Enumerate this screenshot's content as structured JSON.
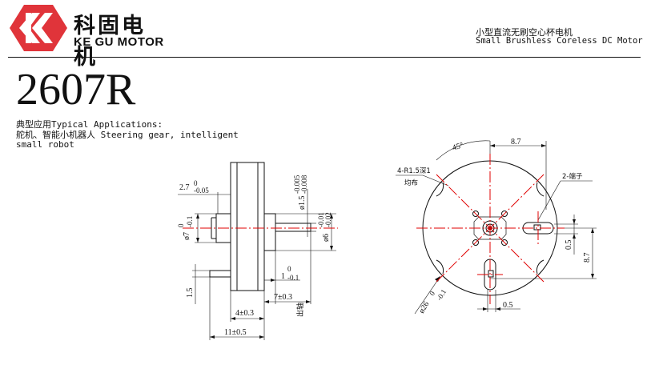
{
  "header": {
    "logo_cn": "科固电机",
    "logo_en": "KE GU MOTOR",
    "product_type_cn": "小型直流无刷空心杯电机",
    "product_type_en": "Small Brushless Coreless DC Motor"
  },
  "model": "2607R",
  "applications": {
    "heading": "典型应用Typical Applications:",
    "line1": "舵机、智能小机器人 Steering gear, intelligent",
    "line2": "small robot"
  },
  "side_view": {
    "dim_flange": "2.7",
    "dim_flange_tol_top": "0",
    "dim_flange_tol_bot": "-0.05",
    "dim_hub_dia": "ø7",
    "dim_hub_tol_top": "0",
    "dim_hub_tol_bot": "-0.1",
    "dim_shaft_dia": "ø1.5",
    "dim_shaft_tol_top": "-0.005",
    "dim_shaft_tol_bot": "-0.008",
    "dim_boss_dia": "ø6",
    "dim_boss_tol_top": "-0.01",
    "dim_boss_tol_bot": "-0.02",
    "dim_step": "1",
    "dim_step_tol_top": "0",
    "dim_step_tol_bot": "-0.1",
    "dim_shaft_len": "1.5",
    "dim_body": "4±0.3",
    "dim_out": "7±0.3",
    "out_shaft_label": "出轴",
    "dim_total": "11±0.5"
  },
  "front_view": {
    "dim_angle": "45°",
    "dim_holes": "4-R1.5深1",
    "holes_note": "均布",
    "dim_top": "8.7",
    "dim_terminal": "2-端子",
    "dim_right_small": "0.5",
    "dim_right_large": "8.7",
    "dim_diameter": "ø26",
    "dim_dia_tol_top": "0",
    "dim_dia_tol_bot": "-0.1",
    "dim_bottom": "0.5"
  },
  "colors": {
    "line": "#111111",
    "centerline": "#e00000"
  }
}
